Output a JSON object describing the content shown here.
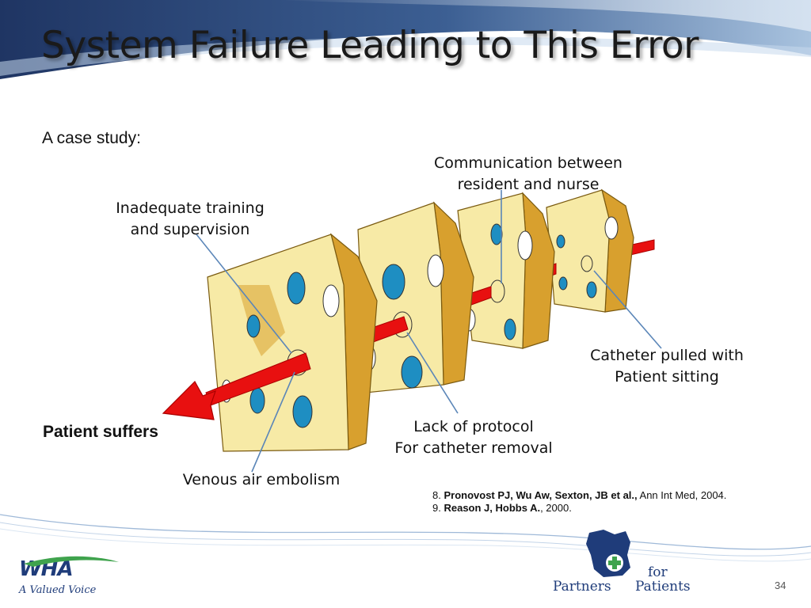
{
  "slide": {
    "title": "System Failure Leading to This Error",
    "case_study": "A case study:",
    "patient_suffers": "Patient suffers",
    "page_number": "34"
  },
  "labels": {
    "communication": [
      "Communication between",
      "resident and nurse"
    ],
    "training": [
      "Inadequate training",
      "and supervision"
    ],
    "catheter": [
      "Catheter pulled with",
      "Patient sitting"
    ],
    "protocol": [
      "Lack of protocol",
      "For catheter removal"
    ],
    "embolism": "Venous air embolism"
  },
  "references": [
    {
      "num": "8.",
      "authors": "Pronovost PJ, Wu Aw, Sexton, JB et al.,",
      "rest": " Ann Int Med, 2004."
    },
    {
      "num": "9.",
      "authors": "Reason J, Hobbs A.",
      "rest": ", 2000."
    }
  ],
  "logos": {
    "wha_text": "WHA",
    "wha_tagline": "A Valued Voice",
    "pfp_partners": "Partners",
    "pfp_for": "for",
    "pfp_patients": "Patients"
  },
  "colors": {
    "header_blue": "#2e4d7f",
    "cheese_face": "#f7eaa6",
    "cheese_side": "#d8a02e",
    "hole_blue": "#1e8ec2",
    "arrow_red": "#e81010",
    "leader_line": "#5b86b8"
  }
}
